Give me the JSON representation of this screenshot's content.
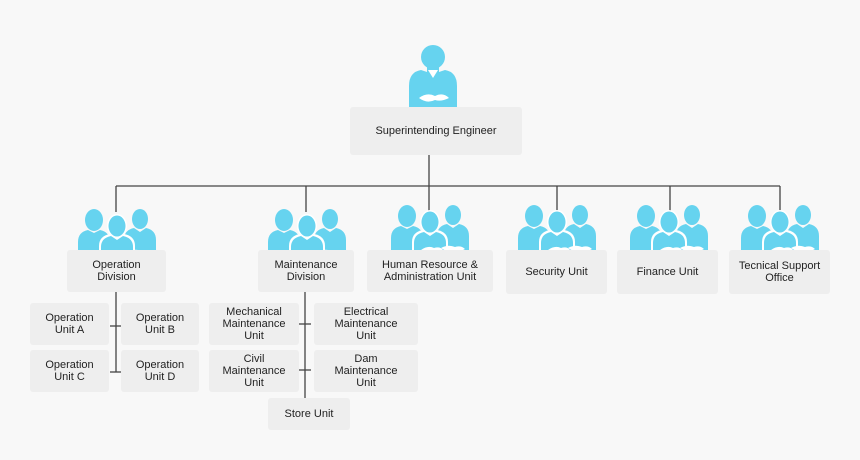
{
  "colors": {
    "person": "#66d3ef",
    "box": "#eeeeee",
    "line": "#444444",
    "background": "#f8f8f8"
  },
  "root": {
    "label": "Superintending Engineer",
    "icon": "person-icon"
  },
  "divisions": [
    {
      "label": "Operation\nDivision",
      "icon": "group-icon"
    },
    {
      "label": "Maintenance\nDivision",
      "icon": "group-icon"
    },
    {
      "label": "Human Resource &\nAdministration Unit",
      "icon": "group-icon"
    },
    {
      "label": "Security Unit",
      "icon": "group-icon"
    },
    {
      "label": "Finance Unit",
      "icon": "group-icon"
    },
    {
      "label": "Tecnical Support\nOffice",
      "icon": "group-icon"
    }
  ],
  "operation_units": [
    "Operation\nUnit A",
    "Operation\nUnit B",
    "Operation\nUnit C",
    "Operation\nUnit D"
  ],
  "maintenance_units": [
    "Mechanical\nMaintenance\nUnit",
    "Electrical\nMaintenance\nUnit",
    "Civil\nMaintenance\nUnit",
    "Dam\nMaintenance\nUnit",
    "Store Unit"
  ]
}
